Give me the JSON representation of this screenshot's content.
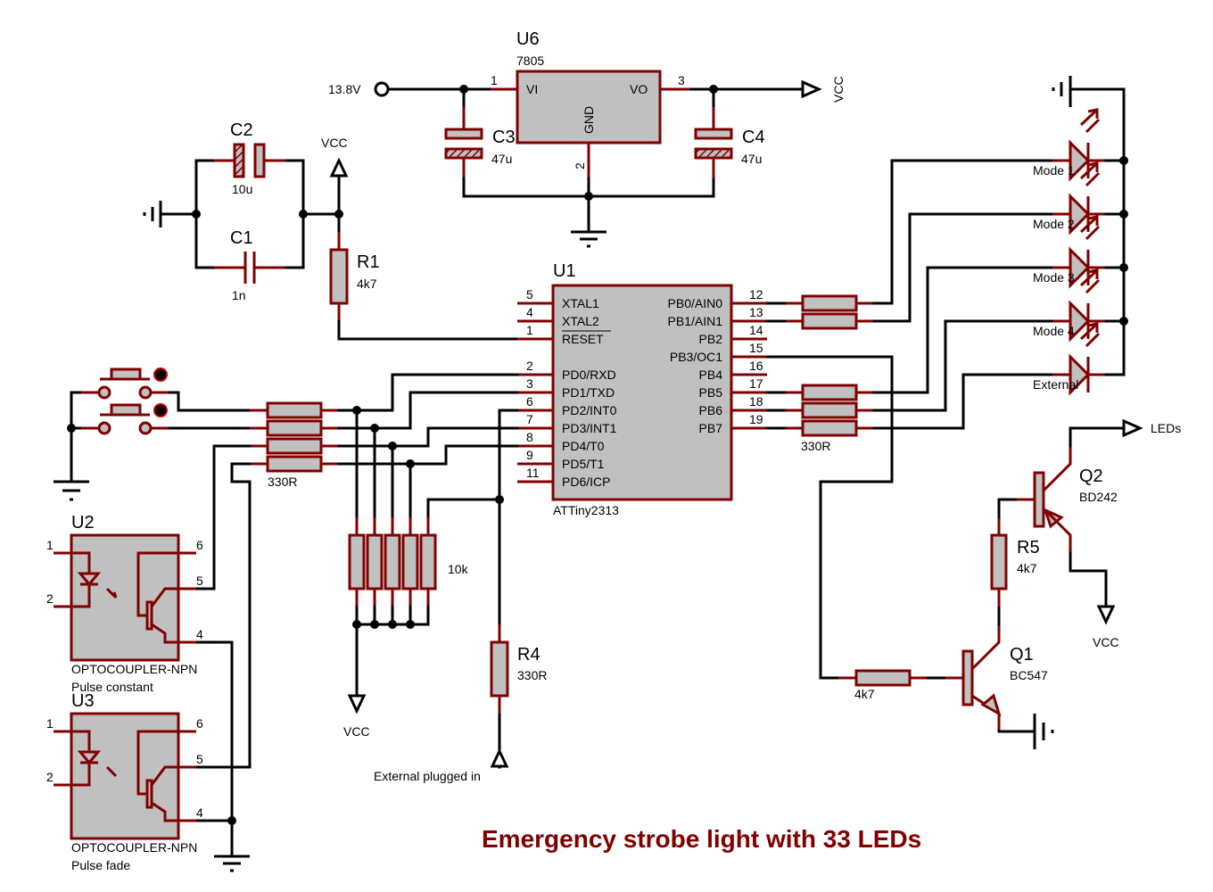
{
  "title": "Emergency strobe light with 33 LEDs",
  "colors": {
    "wire": "#000000",
    "component": "#800000",
    "body_fill": "#c0c0c0",
    "title": "#800000"
  },
  "components": {
    "U6": {
      "ref": "U6",
      "value": "7805",
      "pins": {
        "vi": "VI",
        "vo": "VO",
        "gnd": "GND",
        "n1": "1",
        "n2": "2",
        "n3": "3"
      }
    },
    "C3": {
      "ref": "C3",
      "value": "47u"
    },
    "C4": {
      "ref": "C4",
      "value": "47u"
    },
    "C2": {
      "ref": "C2",
      "value": "10u"
    },
    "C1": {
      "ref": "C1",
      "value": "1n"
    },
    "R1": {
      "ref": "R1",
      "value": "4k7"
    },
    "U1": {
      "ref": "U1",
      "value": "ATTiny2313",
      "left_pins": [
        {
          "num": "5",
          "name": "XTAL1"
        },
        {
          "num": "4",
          "name": "XTAL2"
        },
        {
          "num": "1",
          "name": "RESET"
        },
        {
          "num": "2",
          "name": "PD0/RXD"
        },
        {
          "num": "3",
          "name": "PD1/TXD"
        },
        {
          "num": "6",
          "name": "PD2/INT0"
        },
        {
          "num": "7",
          "name": "PD3/INT1"
        },
        {
          "num": "8",
          "name": "PD4/T0"
        },
        {
          "num": "9",
          "name": "PD5/T1"
        },
        {
          "num": "11",
          "name": "PD6/ICP"
        }
      ],
      "right_pins": [
        {
          "num": "12",
          "name": "PB0/AIN0"
        },
        {
          "num": "13",
          "name": "PB1/AIN1"
        },
        {
          "num": "14",
          "name": "PB2"
        },
        {
          "num": "15",
          "name": "PB3/OC1"
        },
        {
          "num": "16",
          "name": "PB4"
        },
        {
          "num": "17",
          "name": "PB5"
        },
        {
          "num": "18",
          "name": "PB6"
        },
        {
          "num": "19",
          "name": "PB7"
        }
      ]
    },
    "RN_left": {
      "value": "330R"
    },
    "RN_right": {
      "value": "330R"
    },
    "RN_pullup": {
      "value": "10k"
    },
    "R4": {
      "ref": "R4",
      "value": "330R"
    },
    "R5": {
      "ref": "R5",
      "value": "4k7"
    },
    "R_base": {
      "value": "4k7"
    },
    "Q1": {
      "ref": "Q1",
      "value": "BC547"
    },
    "Q2": {
      "ref": "Q2",
      "value": "BD242"
    },
    "U2": {
      "ref": "U2",
      "value": "OPTOCOUPLER-NPN",
      "label": "Pulse constant",
      "pins": [
        "1",
        "2",
        "6",
        "5",
        "4"
      ]
    },
    "U3": {
      "ref": "U3",
      "value": "OPTOCOUPLER-NPN",
      "label": "Pulse fade",
      "pins": [
        "1",
        "2",
        "6",
        "5",
        "4"
      ]
    },
    "leds": [
      "Mode 1",
      "Mode 2",
      "Mode 3",
      "Mode 4",
      "External"
    ]
  },
  "nets": {
    "vin": "13.8V",
    "vcc": "VCC",
    "leds": "LEDs",
    "external": "External plugged in"
  }
}
